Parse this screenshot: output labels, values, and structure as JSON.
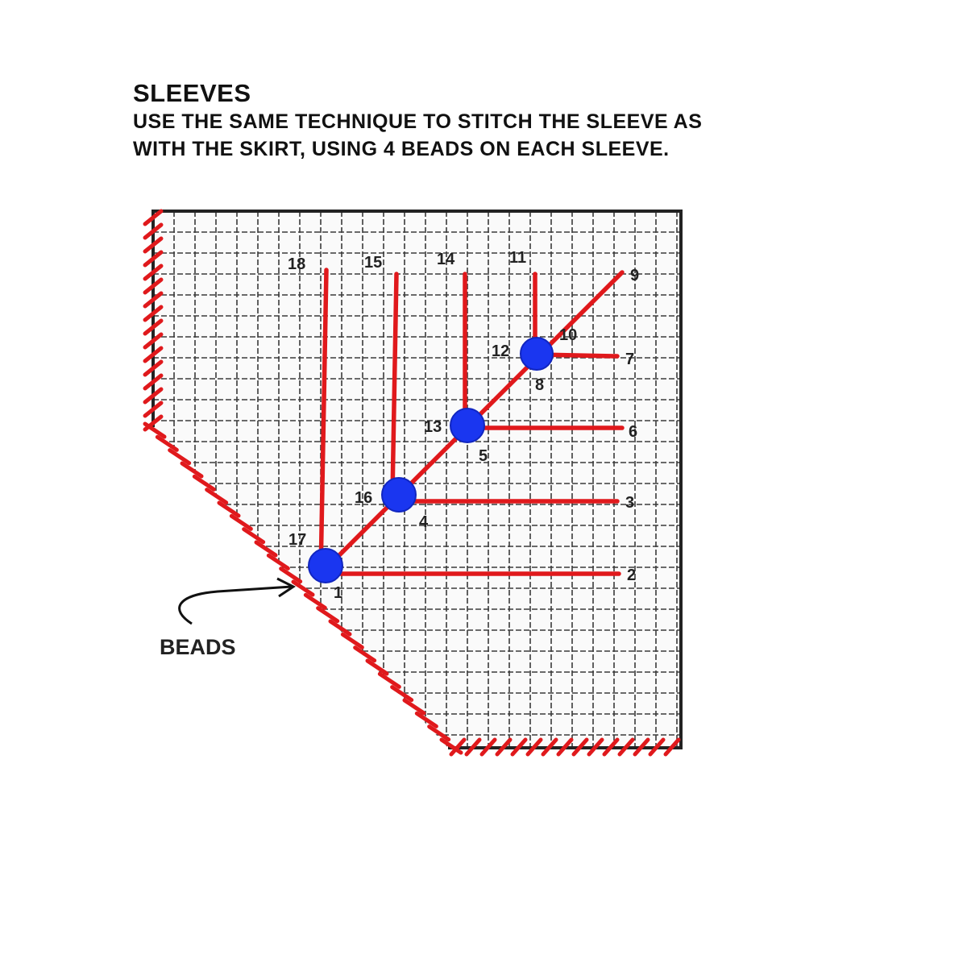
{
  "header": {
    "title": "SLEEVES",
    "line1": "USE THE SAME TECHNIQUE TO STITCH THE SLEEVE AS",
    "line2": "WITH THE SKIRT, USING 4 BEADS ON EACH SLEEVE."
  },
  "diagram": {
    "callout_label": "BEADS",
    "stitch_numbers": [
      "1",
      "2",
      "3",
      "4",
      "5",
      "6",
      "7",
      "8",
      "9",
      "10",
      "11",
      "12",
      "13",
      "14",
      "15",
      "16",
      "17",
      "18"
    ]
  },
  "colors": {
    "stitch_red": "#e0191c",
    "bead_blue": "#1a36f0",
    "grid": "#333333",
    "text": "#111111"
  }
}
